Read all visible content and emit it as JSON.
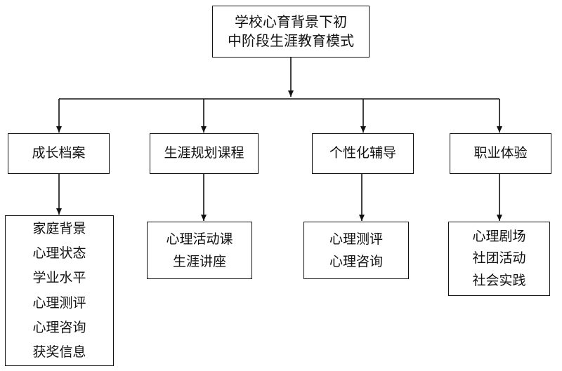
{
  "root": {
    "line1": "学校心育背景下初",
    "line2": "中阶段生涯教育模式"
  },
  "categories": [
    {
      "label": "成长档案",
      "items": [
        "家庭背景",
        "心理状态",
        "学业水平",
        "心理测评",
        "心理咨询",
        "获奖信息"
      ]
    },
    {
      "label": "生涯规划课程",
      "items": [
        "心理活动课",
        "生涯讲座"
      ]
    },
    {
      "label": "个性化辅导",
      "items": [
        "心理测评",
        "心理咨询"
      ]
    },
    {
      "label": "职业体验",
      "items": [
        "心理剧场",
        "社团活动",
        "社会实践"
      ]
    }
  ]
}
